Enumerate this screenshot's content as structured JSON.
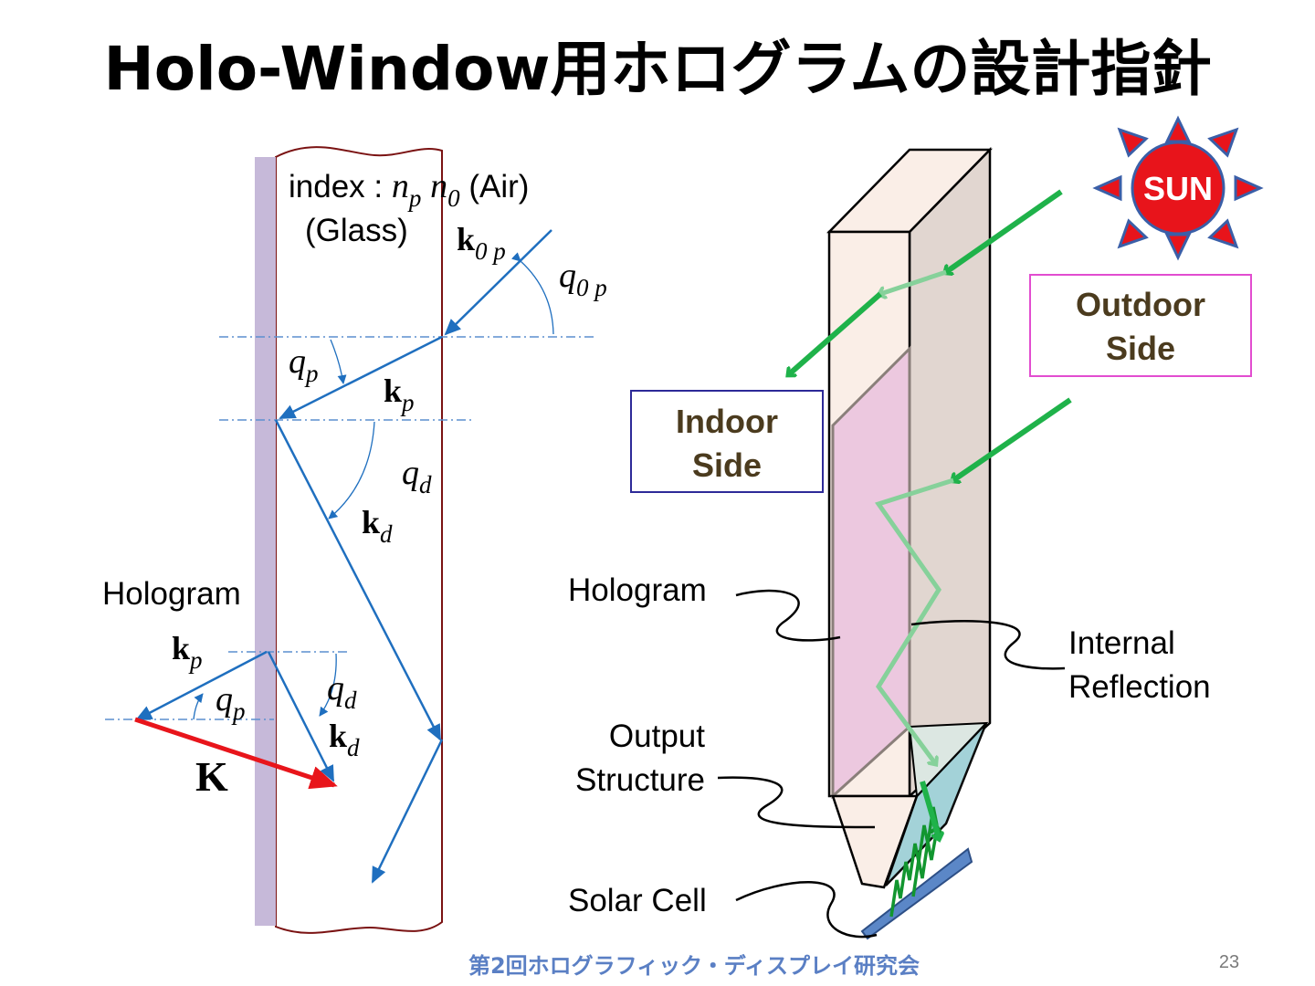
{
  "title": "Holo-Window用ホログラムの設計指針",
  "left_diagram": {
    "index_label": "index : ",
    "n_sym": "n",
    "p_sub": "p",
    "n0_sym": "n",
    "zero_sub": "0",
    "air_label": " (Air)",
    "glass_label": "(Glass)",
    "k_sym": "k",
    "k0p_sub": "0 p",
    "q_sym": "q",
    "q0p_sub": "0 p",
    "qp_sub": "p",
    "kp_sub": "p",
    "qd_sub": "d",
    "kd_sub": "d",
    "hologram_label": "Hologram",
    "K_label": "K"
  },
  "right_diagram": {
    "sun_label": "SUN",
    "outdoor_line1": "Outdoor",
    "outdoor_line2": "Side",
    "indoor_line1": "Indoor",
    "indoor_line2": "Side",
    "hologram_label": "Hologram",
    "internal_line1": "Internal",
    "internal_line2": "Reflection",
    "output_line1": "Output",
    "output_line2": "Structure",
    "solar_label": "Solar Cell"
  },
  "footer": "第2回ホログラフィック・ディスプレイ研究会",
  "page_number": "23",
  "colors": {
    "ray_blue": "#1f6fbf",
    "vector_red": "#e8151b",
    "ray_green": "#1fb24a",
    "hologram_purple": "#c6b9d9",
    "hologram_pink": "#ecc8df",
    "sun_red": "#e8141b",
    "sun_blue": "#3a5fa8"
  }
}
